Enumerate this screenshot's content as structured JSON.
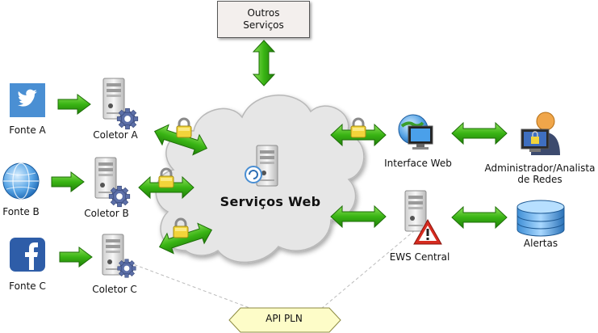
{
  "top_box": {
    "line1": "Outros",
    "line2": "Serviços"
  },
  "cloud": {
    "title": "Serviços Web"
  },
  "sources": [
    {
      "label": "Fonte A",
      "icon": "twitter-icon"
    },
    {
      "label": "Fonte B",
      "icon": "globe-icon"
    },
    {
      "label": "Fonte C",
      "icon": "facebook-icon"
    }
  ],
  "collectors": [
    {
      "label": "Coletor A"
    },
    {
      "label": "Coletor B"
    },
    {
      "label": "Coletor C"
    }
  ],
  "right_nodes": {
    "web_interface": "Interface Web",
    "admin_line1": "Administrador/Analista",
    "admin_line2": "de Redes",
    "ews": "EWS Central",
    "alerts": "Alertas"
  },
  "api": {
    "label": "API PLN"
  },
  "colors": {
    "arrow_green": "#39b414",
    "lock_yellow": "#f2d43a",
    "cloud_gray": "#e4e4e4",
    "twitter_blue": "#4a8fd3",
    "facebook_blue": "#2e5da8",
    "api_yellow": "#fdfcc8"
  }
}
